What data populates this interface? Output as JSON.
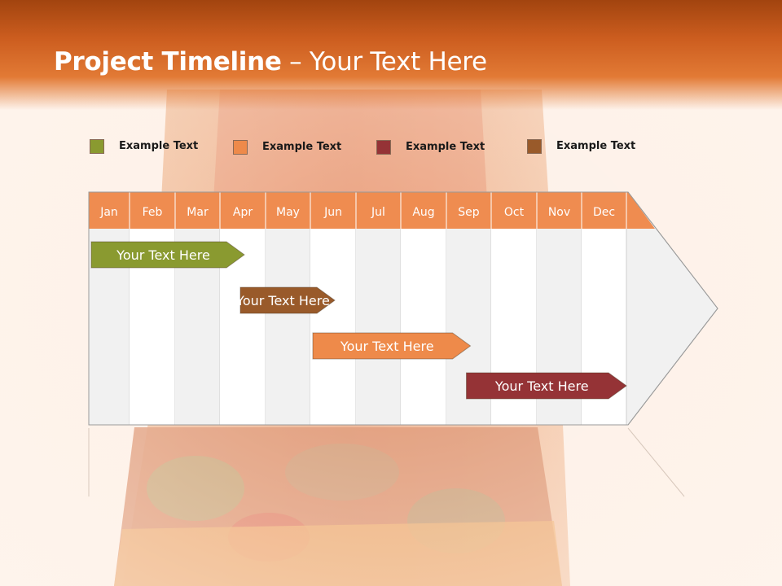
{
  "title": {
    "bold": "Project Timeline",
    "rest": " – Your Text Here"
  },
  "colors": {
    "olive": "#8a9a30",
    "orange": "#ee8a4a",
    "maroon": "#953336",
    "brown": "#995a2a",
    "header_orange": "#ef8c50"
  },
  "legend": [
    {
      "label": "Example Text",
      "color": "#8a9a30"
    },
    {
      "label": "Example Text",
      "color": "#ee8a4a"
    },
    {
      "label": "Example Text",
      "color": "#953336"
    },
    {
      "label": "Example Text",
      "color": "#995a2a"
    }
  ],
  "chart_data": {
    "type": "gantt",
    "months": [
      "Jan",
      "Feb",
      "Mar",
      "Apr",
      "May",
      "Jun",
      "Jul",
      "Aug",
      "Sep",
      "Oct",
      "Nov",
      "Dec"
    ],
    "tasks": [
      {
        "label": "Your  Text Here",
        "start_month": "Jan",
        "end_month": "Apr",
        "color": "#8a9a30"
      },
      {
        "label": "Your  Text Here",
        "start_month": "Apr",
        "end_month": "Jun",
        "color": "#995a2a"
      },
      {
        "label": "Your  Text Here",
        "start_month": "Jun",
        "end_month": "Sep",
        "color": "#ee8a4a"
      },
      {
        "label": "Your  Text Here",
        "start_month": "Sep",
        "end_month": "Dec",
        "color": "#953336"
      }
    ]
  }
}
